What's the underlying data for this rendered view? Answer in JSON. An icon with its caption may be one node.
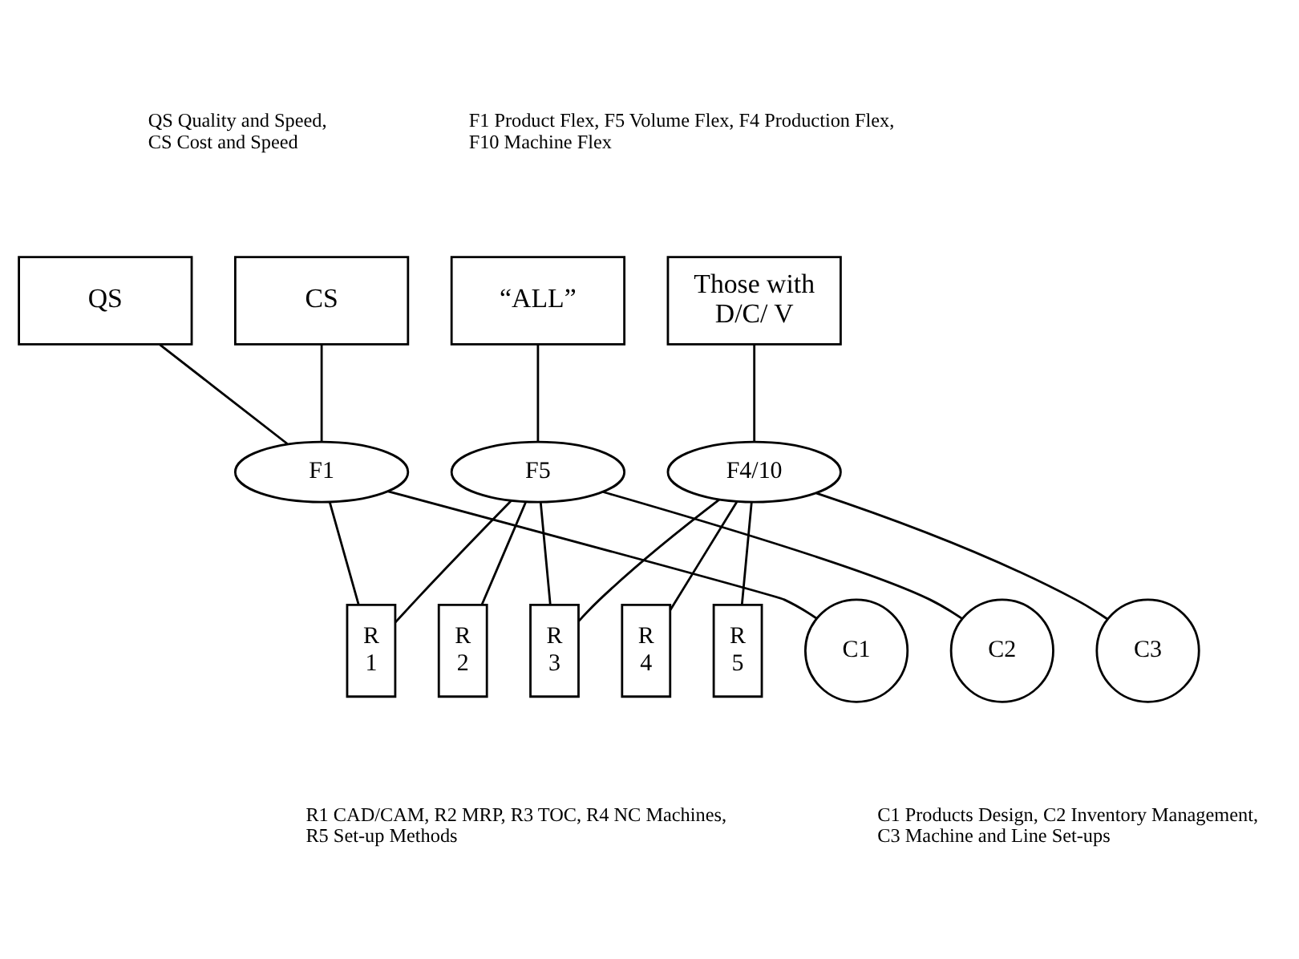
{
  "diagram": {
    "nodes": [
      {
        "text": [
          "QS"
        ]
      },
      {
        "text": [
          "CS"
        ]
      },
      {
        "text": [
          "“ALL”"
        ]
      },
      {
        "text": [
          "Those with D/C/ V"
        ]
      },
      {
        "text": [
          "F1"
        ]
      },
      {
        "text": [
          "F5"
        ]
      },
      {
        "text": [
          "F4/10"
        ]
      },
      {
        "text": [
          "R 1"
        ]
      },
      {
        "text": [
          "R 2"
        ]
      },
      {
        "text": [
          "R 3"
        ]
      },
      {
        "text": [
          "R 4"
        ]
      },
      {
        "text": [
          "R 5"
        ]
      },
      {
        "text": [
          "C1"
        ]
      },
      {
        "text": [
          "C2"
        ]
      },
      {
        "text": [
          "C3"
        ]
      }
    ],
    "edges": [
      {
        "from": 0,
        "to": 4,
        "arrow": "none"
      },
      {
        "from": 1,
        "to": 4,
        "arrow": "none"
      },
      {
        "from": 2,
        "to": 5,
        "arrow": "none"
      },
      {
        "from": 3,
        "to": 6,
        "arrow": "none"
      },
      {
        "from": 4,
        "to": 7,
        "arrow": "none"
      },
      {
        "from": 4,
        "to": 12,
        "arrow": "none"
      },
      {
        "from": 5,
        "to": 7,
        "arrow": "none"
      },
      {
        "from": 5,
        "to": 8,
        "arrow": "none"
      },
      {
        "from": 5,
        "to": 9,
        "arrow": "none"
      },
      {
        "from": 5,
        "to": 13,
        "arrow": "none"
      },
      {
        "from": 6,
        "to": 9,
        "arrow": "none"
      },
      {
        "from": 6,
        "to": 10,
        "arrow": "none"
      },
      {
        "from": 6,
        "to": 11,
        "arrow": "none"
      },
      {
        "from": 6,
        "to": 14,
        "arrow": "none"
      }
    ],
    "labels": [
      "QS Quality and Speed, CS Cost and Speed",
      "F1 Product Flex, F5 Volume Flex, F4 Production Flex, F10 Machine Flex",
      "R1 CAD/CAM, R2 MRP, R3 TOC, R4 NC Machines, R5 Set-up Methods",
      "C1 Products Design, C2 Inventory Management, C3 Machine and Line Set-ups"
    ]
  }
}
